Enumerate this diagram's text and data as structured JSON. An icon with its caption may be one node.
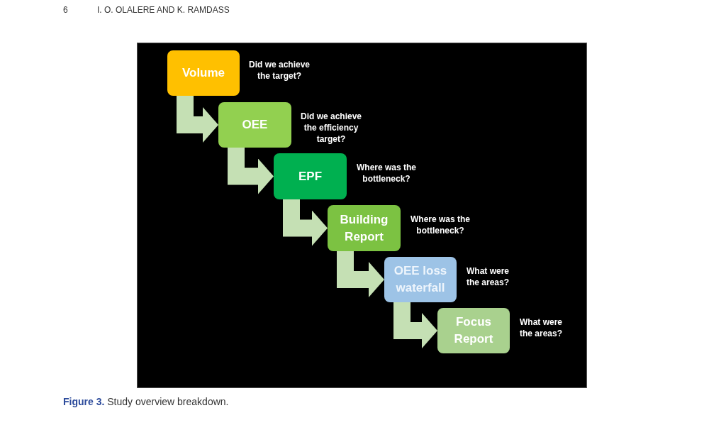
{
  "diagram": {
    "caption": "**Figure 3.** Study overview breakdown.",
    "nodes": [
      {
        "text": [
          "Volume"
        ],
        "beside": [
          "Did we achieve the target?"
        ]
      },
      {
        "text": [
          "OEE"
        ],
        "beside": [
          "Did we achieve the efficiency target?"
        ]
      },
      {
        "text": [
          "EPF"
        ],
        "beside": [
          "Where was the bottleneck?"
        ]
      },
      {
        "text": [
          "Building Report"
        ],
        "beside": [
          "Where was the bottleneck?"
        ]
      },
      {
        "text": [
          "OEE loss waterfall"
        ],
        "beside": [
          "What were the areas?"
        ]
      },
      {
        "text": [
          "Focus Report"
        ],
        "beside": [
          "What were the areas?"
        ]
      }
    ],
    "edges": [
      {
        "from": 0,
        "to": 1,
        "arrow": "to"
      },
      {
        "from": 1,
        "to": 2,
        "arrow": "to"
      },
      {
        "from": 2,
        "to": 3,
        "arrow": "to"
      },
      {
        "from": 3,
        "to": 4,
        "arrow": "to"
      },
      {
        "from": 4,
        "to": 5,
        "arrow": "to"
      }
    ],
    "labels": [
      "6",
      "I. O. OLALERE AND K. RAMDASS"
    ]
  }
}
